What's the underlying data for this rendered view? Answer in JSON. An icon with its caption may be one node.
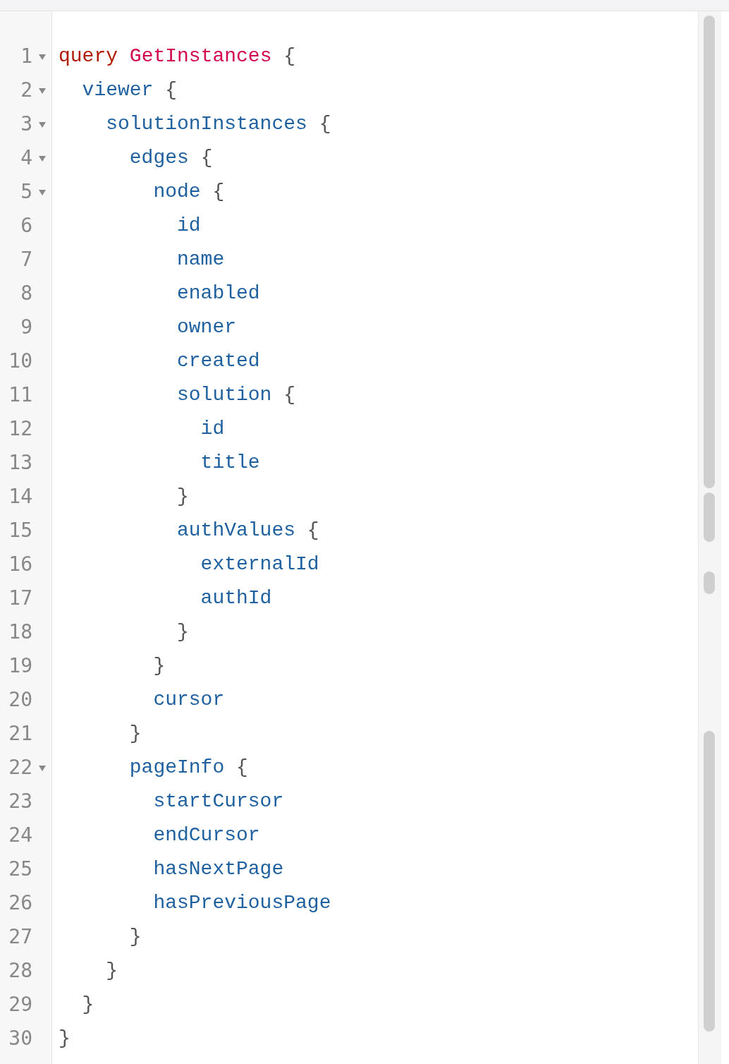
{
  "diagram": {
    "labels": [
      "1",
      "query GetInstances {",
      "2",
      "viewer {",
      "3",
      "solutionInstances {",
      "4",
      "edges {",
      "5",
      "node {",
      "6",
      "id",
      "7",
      "name",
      "8",
      "enabled",
      "9",
      "owner",
      "10",
      "created",
      "11",
      "solution {",
      "12",
      "id",
      "13",
      "title",
      "14",
      "}",
      "15",
      "authValues {",
      "16",
      "externalId",
      "17",
      "authId",
      "18",
      "}",
      "19",
      "}",
      "20",
      "cursor",
      "21",
      "}",
      "22",
      "pageInfo {",
      "23",
      "startCursor",
      "24",
      "endCursor",
      "25",
      "hasNextPage",
      "26",
      "hasPreviousPage",
      "27",
      "}",
      "28",
      "}",
      "29",
      "}",
      "30",
      "}"
    ]
  }
}
